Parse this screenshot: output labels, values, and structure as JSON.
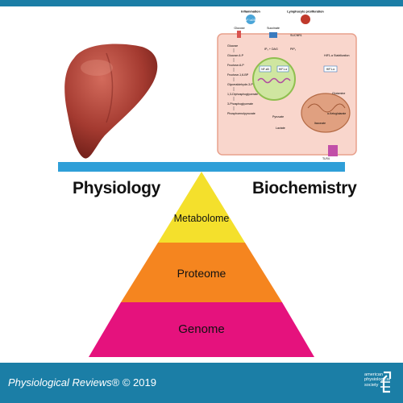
{
  "balance": {
    "left_label": "Physiology",
    "right_label": "Biochemistry"
  },
  "pyramid": {
    "levels": [
      {
        "label": "Metabolome",
        "color": "#f4e02c"
      },
      {
        "label": "Proteome",
        "color": "#f5851f"
      },
      {
        "label": "Genome",
        "color": "#e5127d"
      }
    ]
  },
  "pathway": {
    "inflammation": "Inflammation",
    "lymphocyte": "Lymphocyte proliferation",
    "glucose_top": "Glucose",
    "succinate": "Succinate",
    "sucnr1": "SUCNR1",
    "ip3_dag": "IP₃ + DAG",
    "pip2": "PIP₂",
    "hif_stab": "HIF1-α Stabilization",
    "steps": [
      "Glucose",
      "Glucose-6-P",
      "Fructose-6-P",
      "Fructose-1,6-BP",
      "Glyceraldehyde-3-P",
      "1,3-Diphosphoglycerate",
      "3-Phosphoglycerate",
      "Phosphoenolpyruvate"
    ],
    "pyruvate": "Pyruvate",
    "lactate": "Lactate",
    "glutamine": "Glutamine",
    "akg": "α-Ketoglutarate",
    "itaconate": "Itaconate",
    "nfkb": "NF-κB",
    "hif_box": "HIF1-α",
    "tlr4": "TLR4",
    "lps": "LPS",
    "colors": {
      "cell": "#f9d6cc",
      "cell_border": "#e8a08c",
      "nucleus": "#cfe6a0",
      "mito": "#e0a080"
    }
  },
  "footer": {
    "journal": "Physiological Reviews",
    "suffix": "® © 2019",
    "society": "american physiological society",
    "bar_color": "#1b7ea6"
  }
}
